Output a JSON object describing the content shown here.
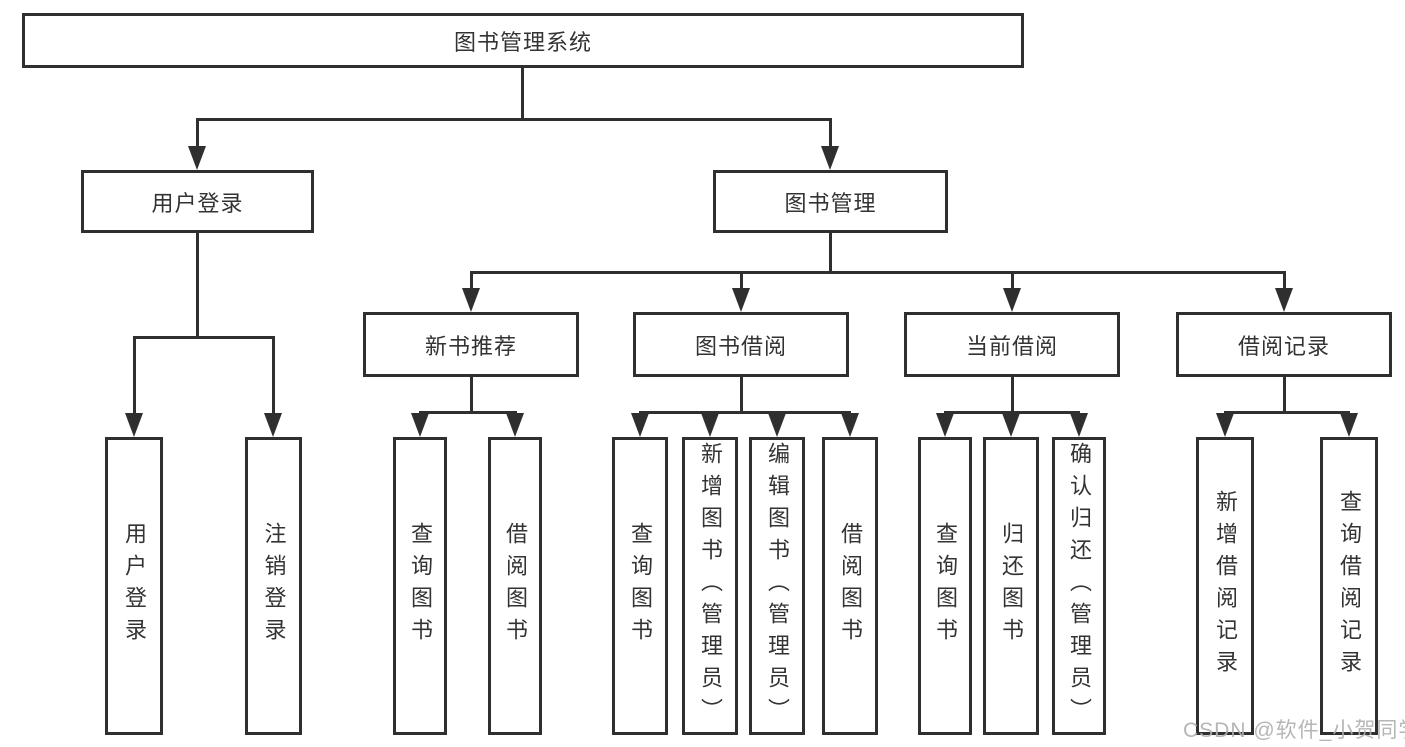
{
  "diagram": {
    "root": "图书管理系统",
    "branches": [
      {
        "label": "用户登录",
        "leaves": [
          "用户登录",
          "注销登录"
        ]
      },
      {
        "label": "图书管理",
        "groups": [
          {
            "label": "新书推荐",
            "leaves": [
              "查询图书",
              "借阅图书"
            ]
          },
          {
            "label": "图书借阅",
            "leaves": [
              "查询图书",
              "新增图书（管理员）",
              "编辑图书（管理员）",
              "借阅图书"
            ]
          },
          {
            "label": "当前借阅",
            "leaves": [
              "查询图书",
              "归还图书",
              "确认归还（管理员）"
            ]
          },
          {
            "label": "借阅记录",
            "leaves": [
              "新增借阅记录",
              "查询借阅记录"
            ]
          }
        ]
      }
    ]
  },
  "watermark": {
    "text": "CSDN @软件_小贺同学"
  },
  "colors": {
    "line": "#2f2f2f",
    "text": "#333333",
    "background": "#ffffff",
    "watermark": "#b0b0b0"
  }
}
